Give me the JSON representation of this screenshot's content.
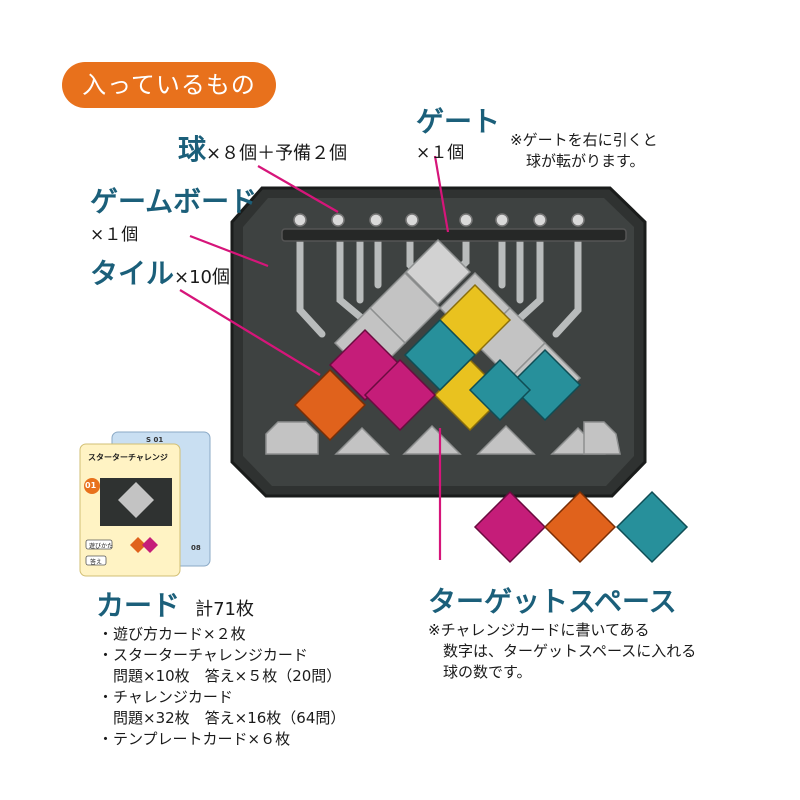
{
  "header": {
    "title": "入っているもの"
  },
  "labels": {
    "ball": {
      "name": "球",
      "count": "×８個＋予備２個"
    },
    "gate": {
      "name": "ゲート",
      "count": "×１個",
      "note_lines": [
        "※ゲートを右に引くと",
        "球が転がります。"
      ]
    },
    "board": {
      "name": "ゲームボード",
      "count": "×１個"
    },
    "tile": {
      "name": "タイル",
      "count": "×10個"
    },
    "card": {
      "name": "カード",
      "count": "計71枚",
      "items": [
        "・遊び方カード×２枚",
        "・スターターチャレンジカード",
        "　問題×10枚　答え×５枚（20問）",
        "・チャレンジカード",
        "　問題×32枚　答え×16枚（64問）",
        "・テンプレートカード×６枚"
      ]
    },
    "target": {
      "name": "ターゲットスペース",
      "note_lines": [
        "※チャレンジカードに書いてある",
        "　数字は、ターゲットスペースに入れる",
        "　球の数です。"
      ]
    }
  },
  "card_preview": {
    "title": "スターターチャレンジ",
    "number": "01",
    "back_tag": "S 01",
    "code": "08",
    "button1": "遊びかた",
    "button2": "答え"
  },
  "colors": {
    "accent": "#e8711c",
    "label": "#1b5f7a",
    "leader": "#d6157a",
    "board": "#3a3d3c",
    "gray_tile": "#c3c3c3",
    "magenta": "#c51d79",
    "orange": "#e0621c",
    "yellow": "#e9c21f",
    "teal": "#27909b"
  }
}
